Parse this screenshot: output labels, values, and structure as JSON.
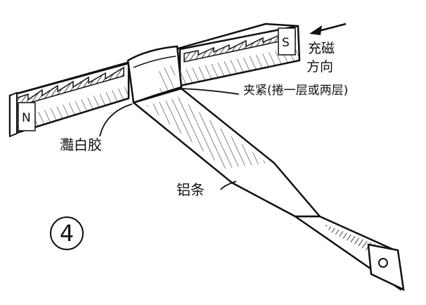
{
  "figure": {
    "number": "4",
    "labels": {
      "magnetize_direction_line1": "充磁",
      "magnetize_direction_line2": "方向",
      "clamp_note": "夹紧(捲一层或两层)",
      "tape": "灩白胶",
      "aluminum_strip": "铝条"
    },
    "magnet_poles": {
      "north": "N",
      "south": "S"
    }
  }
}
